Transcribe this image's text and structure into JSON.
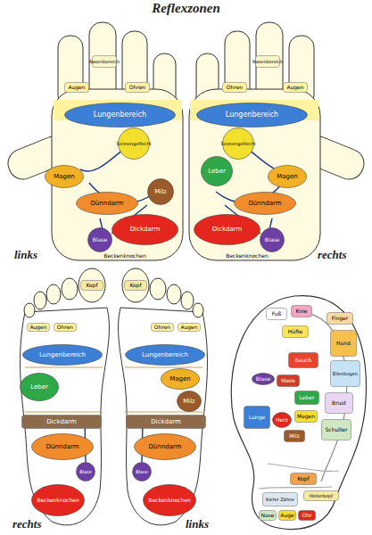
{
  "diagram": {
    "title": "Reflexzonen",
    "nodes": [
      {
        "text": [
          "Augen"
        ]
      },
      {
        "text": [
          "Ohren"
        ]
      },
      {
        "text": [
          "Nasenbereich"
        ]
      },
      {
        "text": [
          "Lungenbereich"
        ]
      },
      {
        "text": [
          "Sonnengeflecht"
        ]
      },
      {
        "text": [
          "Magen"
        ]
      },
      {
        "text": [
          "Dünndarm"
        ]
      },
      {
        "text": [
          "Milz"
        ]
      },
      {
        "text": [
          "Dickdarm"
        ]
      },
      {
        "text": [
          "Blase"
        ]
      },
      {
        "text": [
          "Beckenknochen"
        ]
      },
      {
        "text": [
          "Augen"
        ]
      },
      {
        "text": [
          "Ohren"
        ]
      },
      {
        "text": [
          "Nasenbereich"
        ]
      },
      {
        "text": [
          "Lungenbereich"
        ]
      },
      {
        "text": [
          "Sonnengeflecht"
        ]
      },
      {
        "text": [
          "Leber"
        ]
      },
      {
        "text": [
          "Magen"
        ]
      },
      {
        "text": [
          "Dünndarm"
        ]
      },
      {
        "text": [
          "Dickdarm"
        ]
      },
      {
        "text": [
          "Blase"
        ]
      },
      {
        "text": [
          "Beckenknochen"
        ]
      },
      {
        "text": [
          "Kopf"
        ]
      },
      {
        "text": [
          "Augen"
        ]
      },
      {
        "text": [
          "Ohren"
        ]
      },
      {
        "text": [
          "Lungenbereich"
        ]
      },
      {
        "text": [
          "Leber"
        ]
      },
      {
        "text": [
          "Dickdarm"
        ]
      },
      {
        "text": [
          "Dünndarm"
        ]
      },
      {
        "text": [
          "Blase"
        ]
      },
      {
        "text": [
          "Beckenknochen"
        ]
      },
      {
        "text": [
          "Kopf"
        ]
      },
      {
        "text": [
          "Augen"
        ]
      },
      {
        "text": [
          "Ohren"
        ]
      },
      {
        "text": [
          "Lungenbereich"
        ]
      },
      {
        "text": [
          "Magen"
        ]
      },
      {
        "text": [
          "Milz"
        ]
      },
      {
        "text": [
          "Dickdarm"
        ]
      },
      {
        "text": [
          "Dünndarm"
        ]
      },
      {
        "text": [
          "Blase"
        ]
      },
      {
        "text": [
          "Beckenknochen"
        ]
      },
      {
        "text": [
          "Fuß"
        ]
      },
      {
        "text": [
          "Knie"
        ]
      },
      {
        "text": [
          "Finger"
        ]
      },
      {
        "text": [
          "Hüfte"
        ]
      },
      {
        "text": [
          "Hand"
        ]
      },
      {
        "text": [
          "Bauch"
        ]
      },
      {
        "text": [
          "Ellenbogen"
        ]
      },
      {
        "text": [
          "Brust"
        ]
      },
      {
        "text": [
          "Schulter"
        ]
      },
      {
        "text": [
          "Niere"
        ]
      },
      {
        "text": [
          "Blase"
        ]
      },
      {
        "text": [
          "Leber"
        ]
      },
      {
        "text": [
          "Lunge"
        ]
      },
      {
        "text": [
          "Herz"
        ]
      },
      {
        "text": [
          "Magen"
        ]
      },
      {
        "text": [
          "Milz"
        ]
      },
      {
        "text": [
          "Kopf"
        ]
      },
      {
        "text": [
          "Kiefer Zähne"
        ]
      },
      {
        "text": [
          "Auge"
        ]
      },
      {
        "text": [
          "Ohr"
        ]
      },
      {
        "text": [
          "Nase"
        ]
      },
      {
        "text": [
          "Hinterkopf"
        ]
      }
    ],
    "labels": [
      "links",
      "rechts",
      "rechts",
      "links"
    ]
  }
}
